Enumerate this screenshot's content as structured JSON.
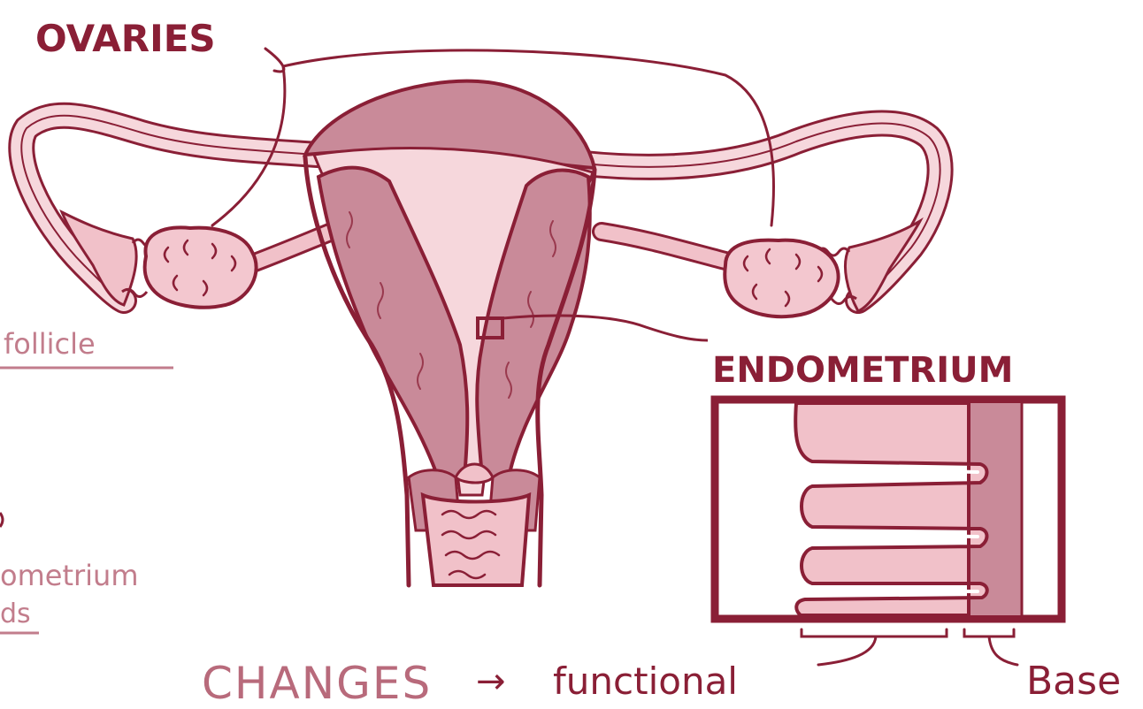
{
  "colors": {
    "outline": "#8a1f36",
    "wall": "#c98a99",
    "wall_dark": "#b8707f",
    "cavity": "#f6d7dc",
    "tissue": "#f1c1c9",
    "ovary": "#f3c7cf",
    "faded_text": "#c27d8c",
    "changes_text": "#b86a7b"
  },
  "labels": {
    "ovaries": "OVARIES",
    "endometrium": "ENDOMETRIUM",
    "changes": "CHANGES",
    "arrow": "→",
    "functional": "functional",
    "base": "Base"
  },
  "side_notes": {
    "follicle": "follicle",
    "endometrium_partial": "ometrium",
    "glands_partial": "ds"
  }
}
